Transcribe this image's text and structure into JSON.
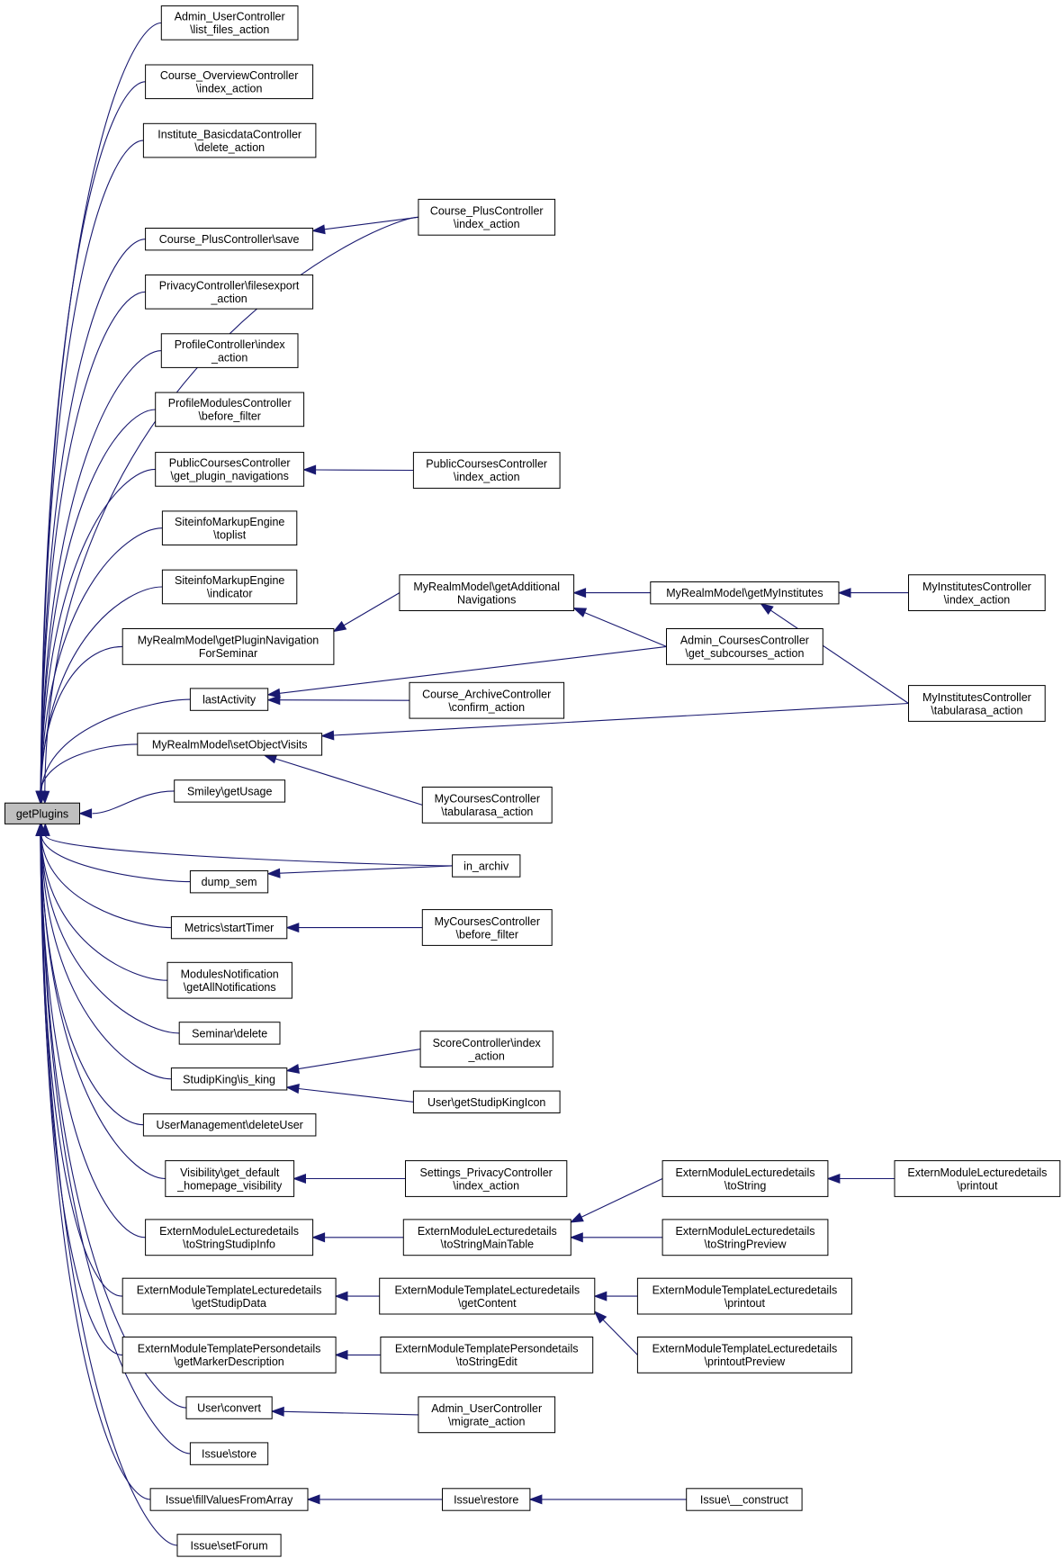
{
  "graph": {
    "title": "",
    "nodes": [
      {
        "id": "getPlugins",
        "lines": [
          "getPlugins"
        ]
      },
      {
        "id": "n1",
        "lines": [
          "Admin_UserController",
          "\\list_files_action"
        ]
      },
      {
        "id": "n2",
        "lines": [
          "Course_OverviewController",
          "\\index_action"
        ]
      },
      {
        "id": "n3",
        "lines": [
          "Institute_BasicdataController",
          "\\delete_action"
        ]
      },
      {
        "id": "n4",
        "lines": [
          "Course_PlusController\\save"
        ]
      },
      {
        "id": "n5",
        "lines": [
          "PrivacyController\\filesexport",
          "_action"
        ]
      },
      {
        "id": "n6",
        "lines": [
          "ProfileController\\index",
          "_action"
        ]
      },
      {
        "id": "n7",
        "lines": [
          "ProfileModulesController",
          "\\before_filter"
        ]
      },
      {
        "id": "n8",
        "lines": [
          "PublicCoursesController",
          "\\get_plugin_navigations"
        ]
      },
      {
        "id": "n9",
        "lines": [
          "SiteinfoMarkupEngine",
          "\\toplist"
        ]
      },
      {
        "id": "n10",
        "lines": [
          "SiteinfoMarkupEngine",
          "\\indicator"
        ]
      },
      {
        "id": "n11",
        "lines": [
          "MyRealmModel\\getPluginNavigation",
          "ForSeminar"
        ]
      },
      {
        "id": "n12",
        "lines": [
          "lastActivity"
        ]
      },
      {
        "id": "n13",
        "lines": [
          "MyRealmModel\\setObjectVisits"
        ]
      },
      {
        "id": "n14",
        "lines": [
          "Smiley\\getUsage"
        ]
      },
      {
        "id": "n15",
        "lines": [
          "dump_sem"
        ]
      },
      {
        "id": "n16",
        "lines": [
          "Metrics\\startTimer"
        ]
      },
      {
        "id": "n17",
        "lines": [
          "ModulesNotification",
          "\\getAllNotifications"
        ]
      },
      {
        "id": "n18",
        "lines": [
          "Seminar\\delete"
        ]
      },
      {
        "id": "n19",
        "lines": [
          "StudipKing\\is_king"
        ]
      },
      {
        "id": "n20",
        "lines": [
          "UserManagement\\deleteUser"
        ]
      },
      {
        "id": "n21",
        "lines": [
          "Visibility\\get_default",
          "_homepage_visibility"
        ]
      },
      {
        "id": "n22",
        "lines": [
          "ExternModuleLecturedetails",
          "\\toStringStudipInfo"
        ]
      },
      {
        "id": "n23",
        "lines": [
          "ExternModuleTemplateLecturedetails",
          "\\getStudipData"
        ]
      },
      {
        "id": "n24",
        "lines": [
          "ExternModuleTemplatePersondetails",
          "\\getMarkerDescription"
        ]
      },
      {
        "id": "n25",
        "lines": [
          "User\\convert"
        ]
      },
      {
        "id": "n26",
        "lines": [
          "Issue\\store"
        ]
      },
      {
        "id": "n27",
        "lines": [
          "Issue\\fillValuesFromArray"
        ]
      },
      {
        "id": "n28",
        "lines": [
          "Issue\\setForum"
        ]
      },
      {
        "id": "m1",
        "lines": [
          "Course_PlusController",
          "\\index_action"
        ]
      },
      {
        "id": "m2",
        "lines": [
          "PublicCoursesController",
          "\\index_action"
        ]
      },
      {
        "id": "m3",
        "lines": [
          "MyRealmModel\\getAdditional",
          "Navigations"
        ]
      },
      {
        "id": "m4",
        "lines": [
          "Course_ArchiveController",
          "\\confirm_action"
        ]
      },
      {
        "id": "m5",
        "lines": [
          "MyCoursesController",
          "\\tabularasa_action"
        ]
      },
      {
        "id": "m6",
        "lines": [
          "in_archiv"
        ]
      },
      {
        "id": "m7",
        "lines": [
          "MyCoursesController",
          "\\before_filter"
        ]
      },
      {
        "id": "m8",
        "lines": [
          "ScoreController\\index",
          "_action"
        ]
      },
      {
        "id": "m9",
        "lines": [
          "User\\getStudipKingIcon"
        ]
      },
      {
        "id": "m10",
        "lines": [
          "Settings_PrivacyController",
          "\\index_action"
        ]
      },
      {
        "id": "m11",
        "lines": [
          "ExternModuleLecturedetails",
          "\\toStringMainTable"
        ]
      },
      {
        "id": "m12",
        "lines": [
          "ExternModuleTemplateLecturedetails",
          "\\getContent"
        ]
      },
      {
        "id": "m13",
        "lines": [
          "ExternModuleTemplatePersondetails",
          "\\toStringEdit"
        ]
      },
      {
        "id": "m14",
        "lines": [
          "Admin_UserController",
          "\\migrate_action"
        ]
      },
      {
        "id": "m15",
        "lines": [
          "Issue\\restore"
        ]
      },
      {
        "id": "p1",
        "lines": [
          "MyRealmModel\\getMyInstitutes"
        ]
      },
      {
        "id": "p2",
        "lines": [
          "Admin_CoursesController",
          "\\get_subcourses_action"
        ]
      },
      {
        "id": "p3",
        "lines": [
          "ExternModuleLecturedetails",
          "\\toString"
        ]
      },
      {
        "id": "p4",
        "lines": [
          "ExternModuleLecturedetails",
          "\\toStringPreview"
        ]
      },
      {
        "id": "p5",
        "lines": [
          "ExternModuleTemplateLecturedetails",
          "\\printout"
        ]
      },
      {
        "id": "p6",
        "lines": [
          "ExternModuleTemplateLecturedetails",
          "\\printoutPreview"
        ]
      },
      {
        "id": "p7",
        "lines": [
          "Issue\\__construct"
        ]
      },
      {
        "id": "q1",
        "lines": [
          "MyInstitutesController",
          "\\index_action"
        ]
      },
      {
        "id": "q2",
        "lines": [
          "MyInstitutesController",
          "\\tabularasa_action"
        ]
      },
      {
        "id": "q3",
        "lines": [
          "ExternModuleLecturedetails",
          "\\printout"
        ]
      }
    ],
    "edges": [
      {
        "from": "n1",
        "to": "getPlugins"
      },
      {
        "from": "n2",
        "to": "getPlugins"
      },
      {
        "from": "n3",
        "to": "getPlugins"
      },
      {
        "from": "m1",
        "to": "getPlugins"
      },
      {
        "from": "n4",
        "to": "getPlugins"
      },
      {
        "from": "n5",
        "to": "getPlugins"
      },
      {
        "from": "n6",
        "to": "getPlugins"
      },
      {
        "from": "n7",
        "to": "getPlugins"
      },
      {
        "from": "n8",
        "to": "getPlugins"
      },
      {
        "from": "n9",
        "to": "getPlugins"
      },
      {
        "from": "n10",
        "to": "getPlugins"
      },
      {
        "from": "n11",
        "to": "getPlugins"
      },
      {
        "from": "n12",
        "to": "getPlugins"
      },
      {
        "from": "n13",
        "to": "getPlugins"
      },
      {
        "from": "n14",
        "to": "getPlugins"
      },
      {
        "from": "m6",
        "to": "getPlugins"
      },
      {
        "from": "n15",
        "to": "getPlugins"
      },
      {
        "from": "n16",
        "to": "getPlugins"
      },
      {
        "from": "n17",
        "to": "getPlugins"
      },
      {
        "from": "n18",
        "to": "getPlugins"
      },
      {
        "from": "n19",
        "to": "getPlugins"
      },
      {
        "from": "n20",
        "to": "getPlugins"
      },
      {
        "from": "n21",
        "to": "getPlugins"
      },
      {
        "from": "n22",
        "to": "getPlugins"
      },
      {
        "from": "n23",
        "to": "getPlugins"
      },
      {
        "from": "n24",
        "to": "getPlugins"
      },
      {
        "from": "n25",
        "to": "getPlugins"
      },
      {
        "from": "n26",
        "to": "getPlugins"
      },
      {
        "from": "n27",
        "to": "getPlugins"
      },
      {
        "from": "n28",
        "to": "getPlugins"
      },
      {
        "from": "m1",
        "to": "n4"
      },
      {
        "from": "m2",
        "to": "n8"
      },
      {
        "from": "m3",
        "to": "n11"
      },
      {
        "from": "p2",
        "to": "n12"
      },
      {
        "from": "m4",
        "to": "n12"
      },
      {
        "from": "q2",
        "to": "n13"
      },
      {
        "from": "m5",
        "to": "n13"
      },
      {
        "from": "m6",
        "to": "n15"
      },
      {
        "from": "m7",
        "to": "n16"
      },
      {
        "from": "m8",
        "to": "n19"
      },
      {
        "from": "m9",
        "to": "n19"
      },
      {
        "from": "m10",
        "to": "n21"
      },
      {
        "from": "m11",
        "to": "n22"
      },
      {
        "from": "m12",
        "to": "n23"
      },
      {
        "from": "m13",
        "to": "n24"
      },
      {
        "from": "m14",
        "to": "n25"
      },
      {
        "from": "m15",
        "to": "n27"
      },
      {
        "from": "p1",
        "to": "m3"
      },
      {
        "from": "p2",
        "to": "m3"
      },
      {
        "from": "q1",
        "to": "p1"
      },
      {
        "from": "q2",
        "to": "p1"
      },
      {
        "from": "p3",
        "to": "m11"
      },
      {
        "from": "p4",
        "to": "m11"
      },
      {
        "from": "q3",
        "to": "p3"
      },
      {
        "from": "p5",
        "to": "m12"
      },
      {
        "from": "p6",
        "to": "m12"
      },
      {
        "from": "p7",
        "to": "m15"
      }
    ]
  }
}
